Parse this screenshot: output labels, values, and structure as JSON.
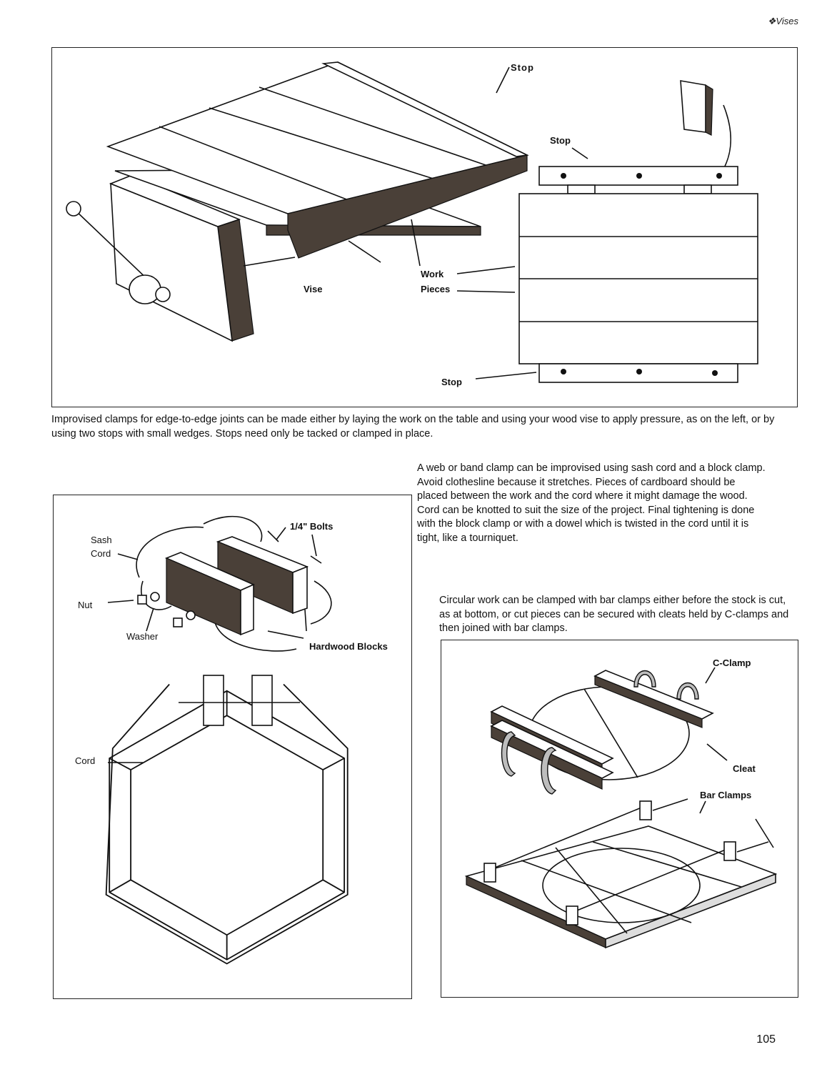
{
  "running_head": "❖Vises",
  "page_number": "105",
  "figure1": {
    "labels": {
      "stop_top": "Stop",
      "stop_right": "Stop",
      "vise": "Vise",
      "work": "Work",
      "pieces": "Pieces",
      "stop_bottom": "Stop"
    },
    "caption": "Improvised clamps for edge-to-edge joints can be made either by laying the work on the table and using your wood vise to apply pressure, as on the left, or by using two stops with small wedges. Stops need only be tacked or clamped in place."
  },
  "figure2": {
    "labels": {
      "sash": "Sash",
      "cord_top": "Cord",
      "bolts": "1/4\" Bolts",
      "nut": "Nut",
      "washer": "Washer",
      "hardwood_blocks": "Hardwood Blocks",
      "cord_hex": "Cord"
    }
  },
  "web_clamp_text": "A web or band clamp can be improvised using sash cord and a block clamp. Avoid clothesline because it stretches. Pieces of cardboard should be placed between the work and the cord where it might damage the wood. Cord can be knotted to suit the size of the project. Final tightening is done with the block clamp or with a dowel which is twisted in the cord until it is tight, like a tourniquet.",
  "circular_text": "Circular work can be clamped with bar clamps either before the stock is cut, as at bottom, or cut pieces can be secured with cleats held by C-clamps and then joined with bar clamps.",
  "figure3": {
    "labels": {
      "c_clamp": "C-Clamp",
      "cleat": "Cleat",
      "bar_clamps": "Bar Clamps"
    }
  }
}
